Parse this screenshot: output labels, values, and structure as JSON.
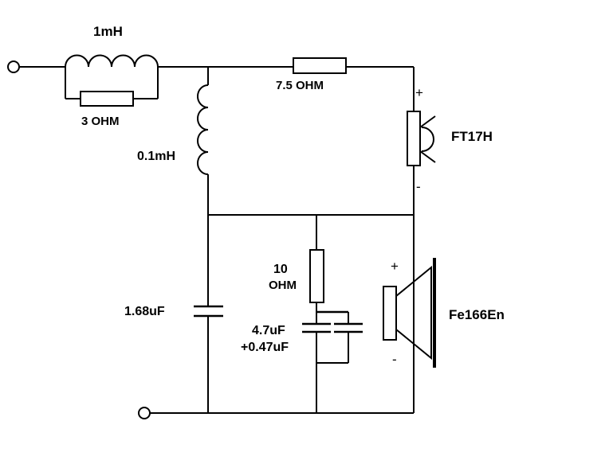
{
  "components": {
    "inductor_main": {
      "label": "1mH"
    },
    "resistor_parallel": {
      "label": "3 OHM"
    },
    "resistor_series_tweeter": {
      "label": "7.5 OHM"
    },
    "inductor_shunt": {
      "label": "0.1mH"
    },
    "tweeter": {
      "label": "FT17H",
      "plus": "+",
      "minus": "-"
    },
    "capacitor_shunt": {
      "label": "1.68uF"
    },
    "resistor_zobel": {
      "label_line1": "10",
      "label_line2": "OHM"
    },
    "capacitor_zobel": {
      "label_line1": "4.7uF",
      "label_line2": "+0.47uF"
    },
    "woofer": {
      "label": "Fe166En",
      "plus": "+",
      "minus": "-"
    }
  }
}
